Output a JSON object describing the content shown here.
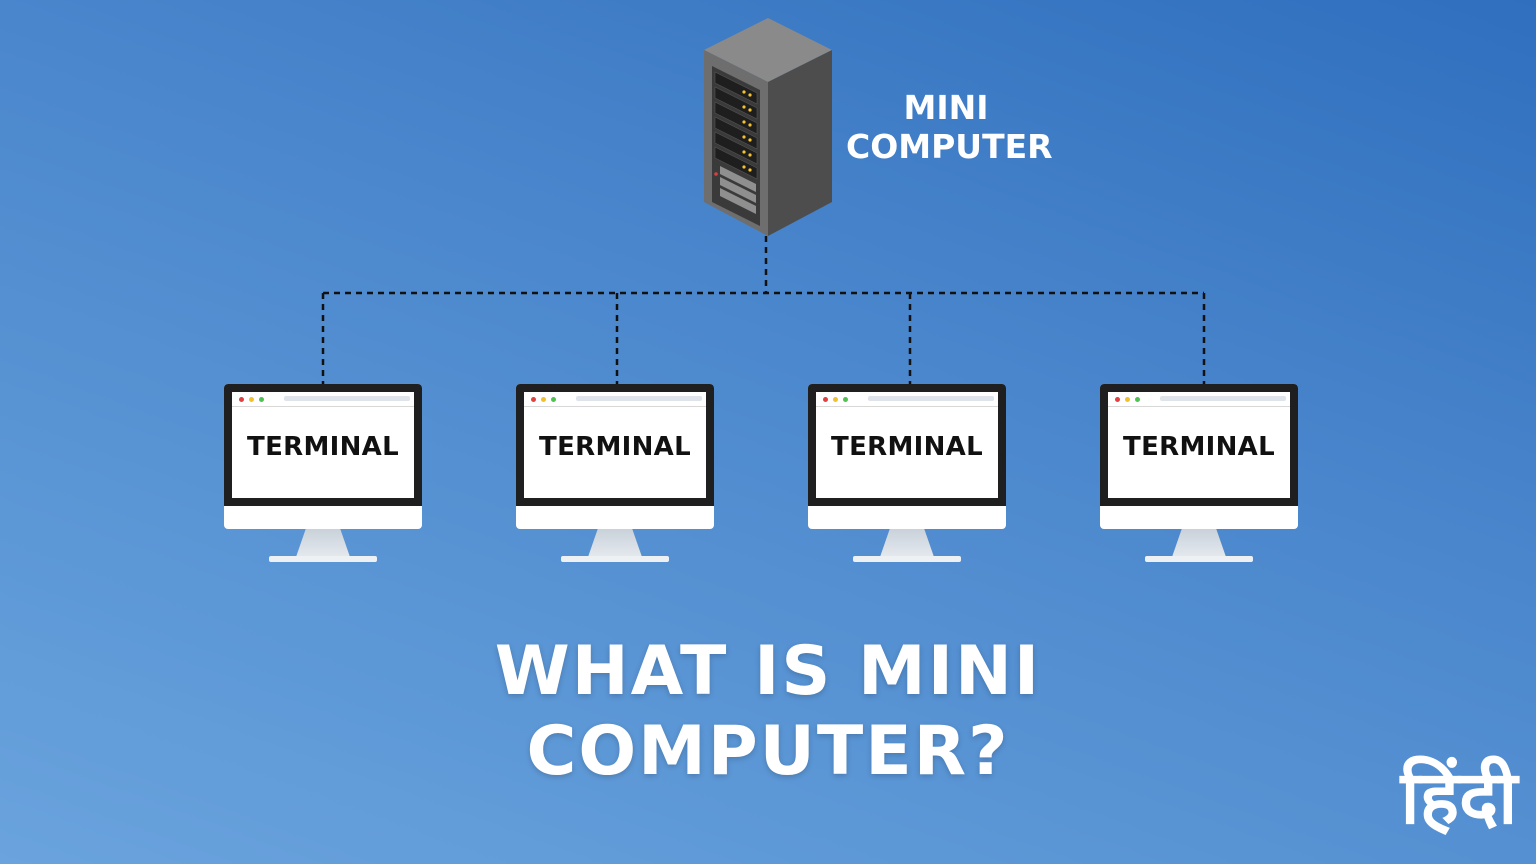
{
  "server": {
    "label_line1": "MINI",
    "label_line2": "COMPUTER",
    "icon": "server-rack-icon"
  },
  "terminals": [
    {
      "label": "TERMINAL"
    },
    {
      "label": "TERMINAL"
    },
    {
      "label": "TERMINAL"
    },
    {
      "label": "TERMINAL"
    }
  ],
  "title": {
    "line1": "WHAT IS MINI",
    "line2": "COMPUTER?"
  },
  "language_tag": "हिंदी",
  "colors": {
    "background": "#4a86cc",
    "text": "#ffffff",
    "connector": "#111111",
    "bezel": "#1f1f1f"
  }
}
